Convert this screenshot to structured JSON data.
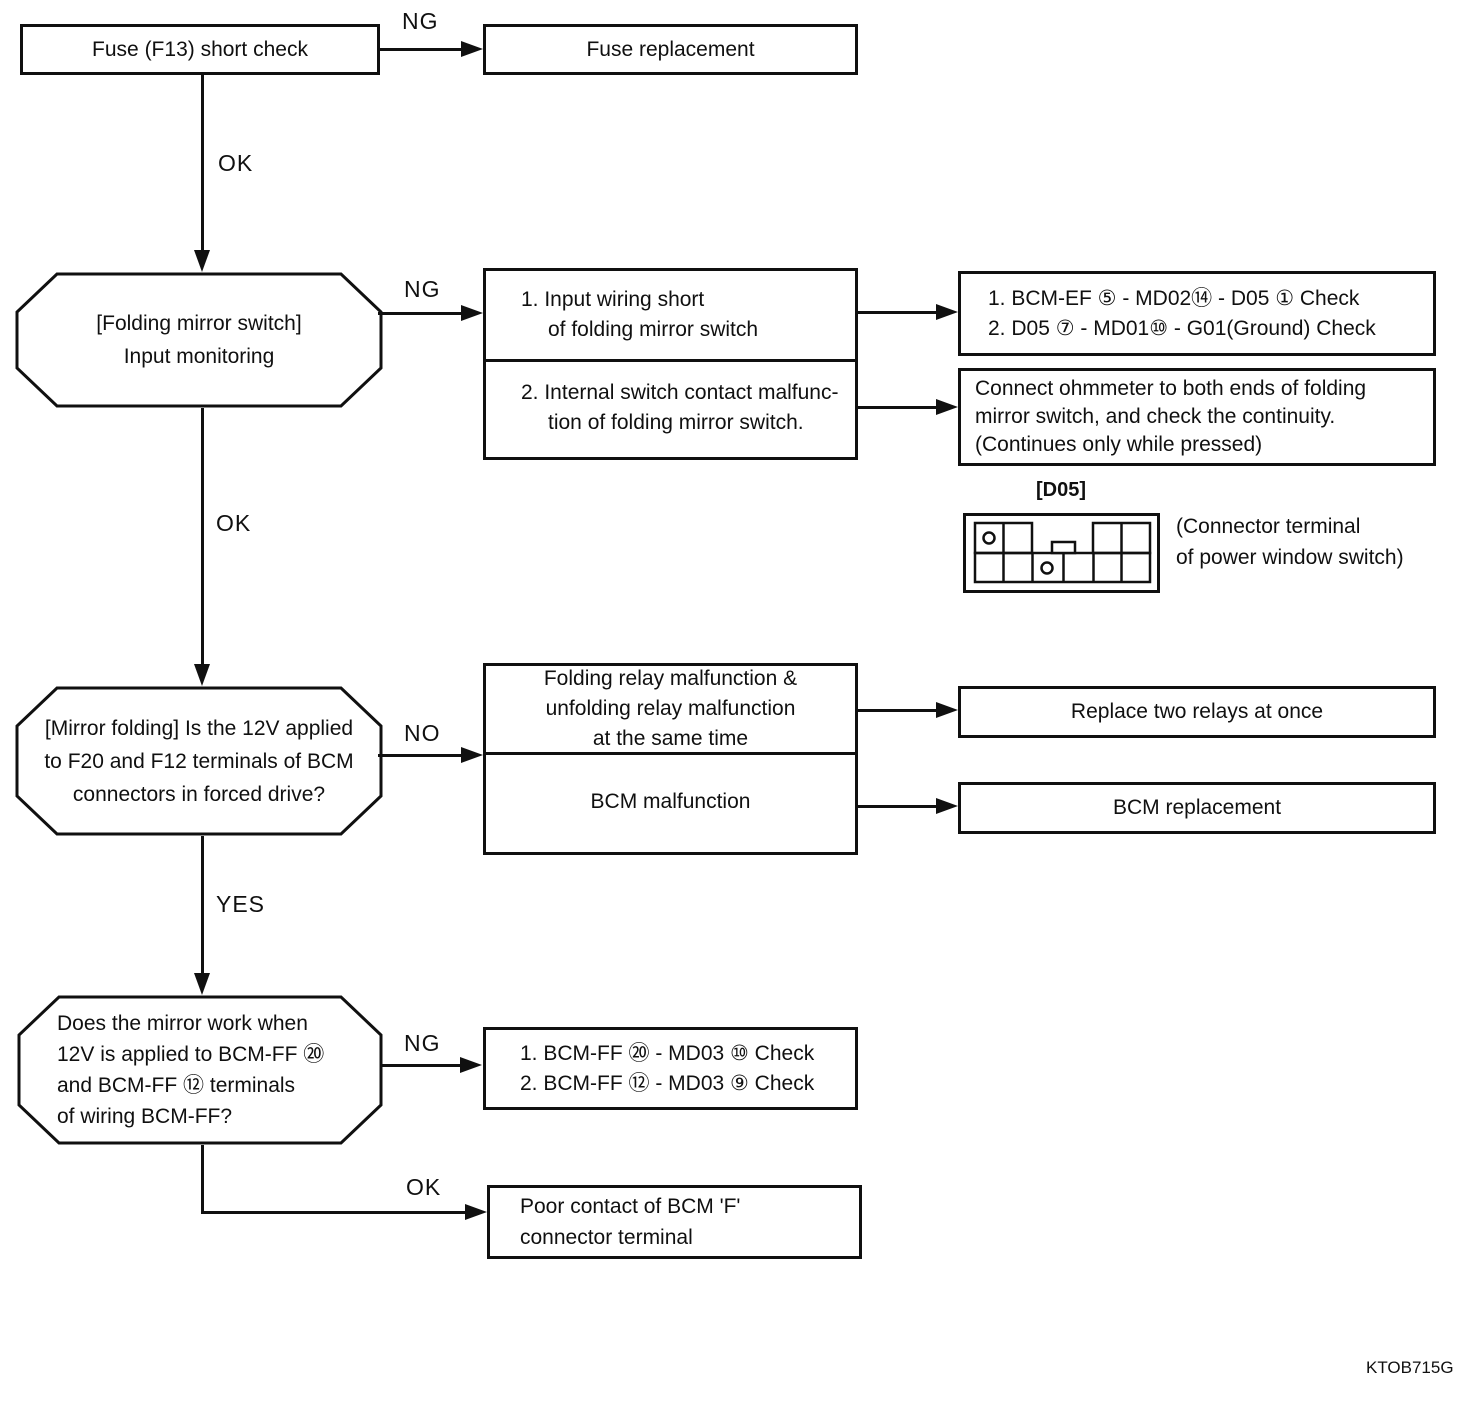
{
  "figure_code": "KTOB715G",
  "colors": {
    "ink": "#101010",
    "background": "#ffffff"
  },
  "labels": {
    "ng": "NG",
    "ok": "OK",
    "no": "NO",
    "yes": "YES"
  },
  "nodes": {
    "fuse_check": "Fuse (F13) short check",
    "fuse_replacement": "Fuse replacement",
    "input_monitoring": [
      "[Folding mirror switch]",
      "Input monitoring"
    ],
    "switch_causes": {
      "c1": [
        "1. Input wiring short",
        "of folding mirror switch"
      ],
      "c2": [
        "2. Internal switch contact malfunc-",
        "tion of folding mirror switch."
      ]
    },
    "wiring_checks": [
      "1. BCM-EF ⑤ - MD02⑭ - D05 ① Check",
      "2. D05 ⑦ - MD01⑩ - G01(Ground) Check"
    ],
    "ohmmeter_note": [
      "Connect ohmmeter to both ends of folding",
      "mirror switch, and check the continuity.",
      "(Continues only while pressed)"
    ],
    "d05_label": "[D05]",
    "d05_caption": [
      "(Connector terminal",
      "of power window switch)"
    ],
    "mirror_folding": [
      "[Mirror folding] Is the 12V applied",
      "to F20 and F12 terminals of BCM",
      "connectors in forced drive?"
    ],
    "relay_causes": {
      "c1": [
        "Folding relay malfunction &",
        "unfolding relay malfunction",
        "at the same time"
      ],
      "c2": "BCM malfunction"
    },
    "replace_relays": "Replace two relays at once",
    "bcm_replacement": "BCM replacement",
    "mirror_work": [
      "Does the mirror work when",
      "12V is applied to BCM-FF ⑳",
      "and BCM-FF ⑫ terminals",
      "of wiring BCM-FF?"
    ],
    "ff_checks": [
      "1. BCM-FF ⑳ - MD03 ⑩ Check",
      "2. BCM-FF ⑫ - MD03 ⑨ Check"
    ],
    "poor_contact": [
      "Poor contact of BCM 'F'",
      "connector terminal"
    ]
  }
}
